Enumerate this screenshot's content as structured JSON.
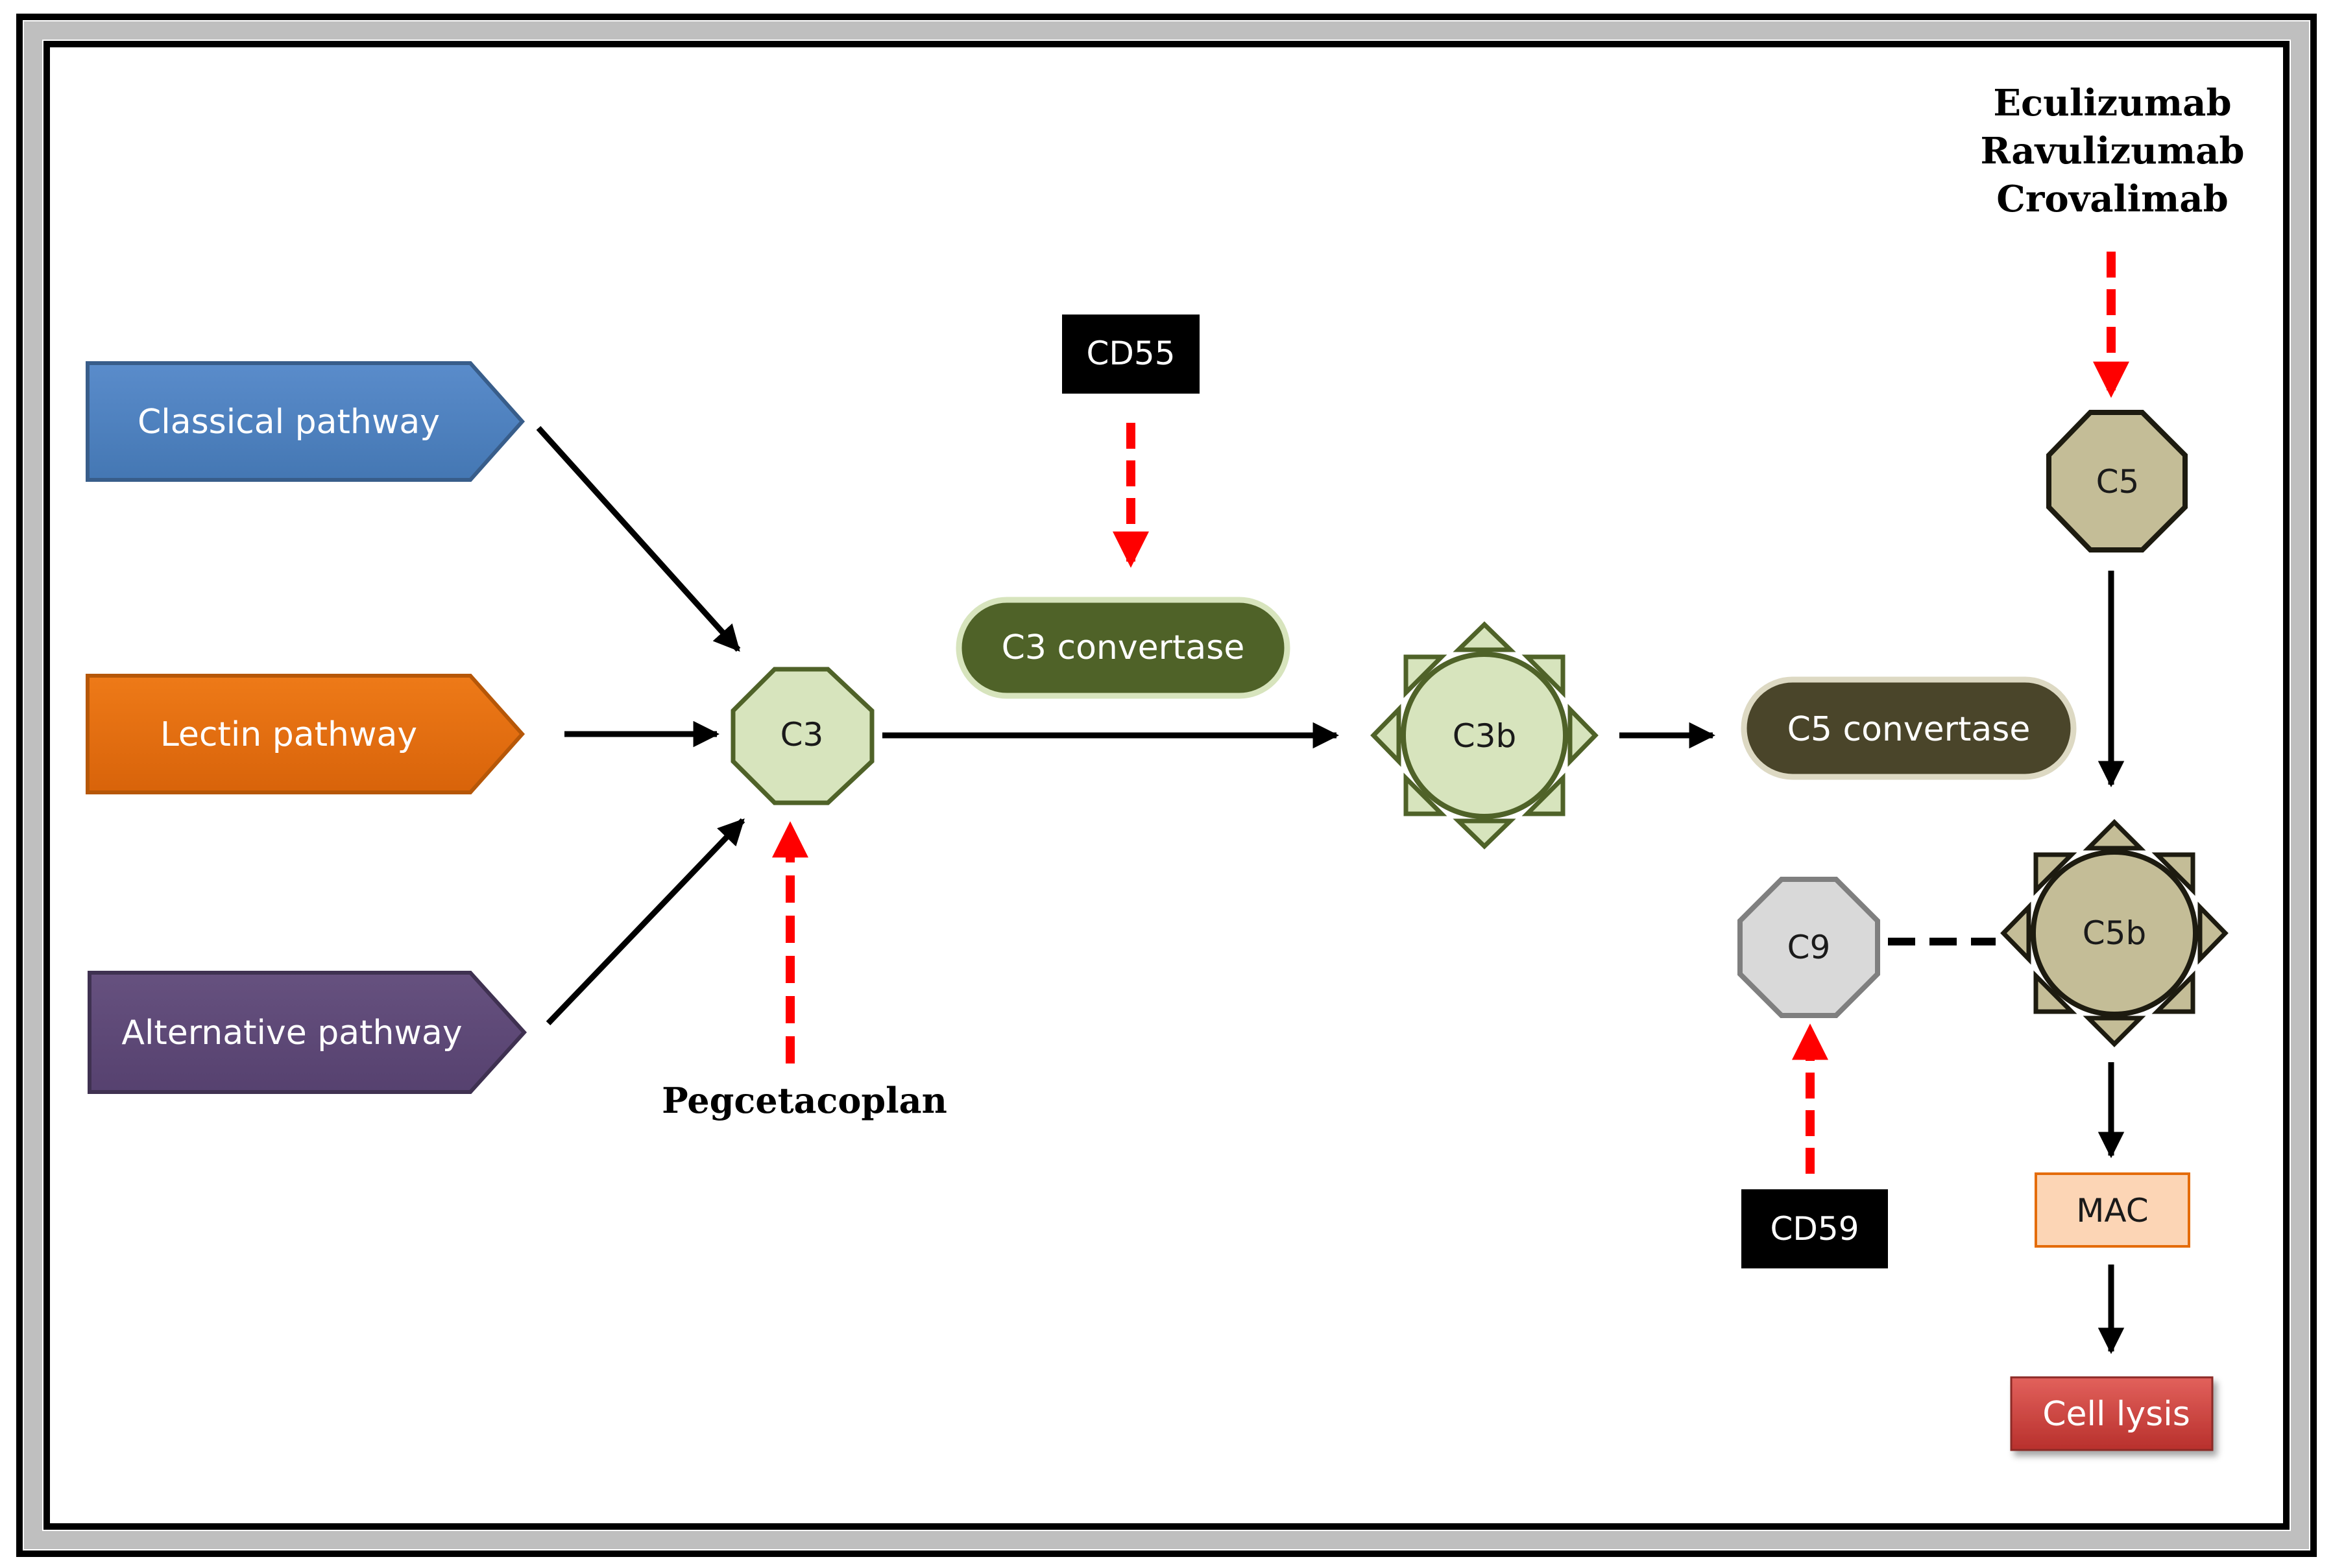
{
  "pathways": {
    "classical": "Classical pathway",
    "lectin": "Lectin pathway",
    "alternative": "Alternative pathway"
  },
  "nodes": {
    "c3": "C3",
    "c3b": "C3b",
    "c5": "C5",
    "c5b": "C5b",
    "c9": "C9",
    "c3_convertase": "C3 convertase",
    "c5_convertase": "C5 convertase",
    "mac": "MAC",
    "cell_lysis": "Cell lysis"
  },
  "regulators": {
    "cd55": "CD55",
    "cd59": "CD59"
  },
  "drugs": {
    "pegcetacoplan": "Pegcetacoplan",
    "c5_inhibitors": [
      "Eculizumab",
      "Ravulizumab",
      "Crovalimab"
    ]
  },
  "colors": {
    "classical": "#4f81bd",
    "lectin": "#e46c0a",
    "alternative": "#5f497a",
    "c3_fill": "#d7e4bd",
    "c3_stroke": "#4f6228",
    "c3_convertase": "#4f6228",
    "c5_fill": "#c4bd97",
    "c5_stroke": "#1d1b10",
    "c5_convertase": "#4a452a",
    "c9_fill": "#d9d9d9",
    "c9_stroke": "#7f7f7f",
    "mac_fill": "#fcd5b5",
    "cell_lysis": "#c0504d",
    "inhibition_arrow": "#ff0000"
  }
}
